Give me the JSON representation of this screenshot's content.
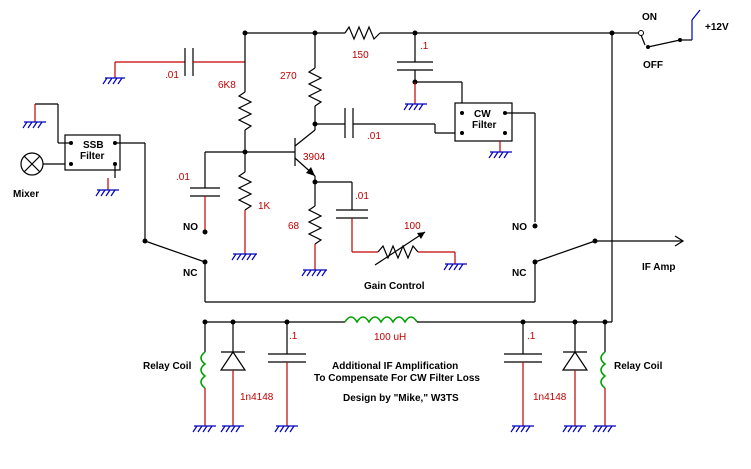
{
  "labels": {
    "on": "ON",
    "off": "OFF",
    "plus12v": "+12V",
    "r150": "150",
    "c_top": ".1",
    "c_in": ".01",
    "r270": "270",
    "r6k8": "6K8",
    "c_base": ".01",
    "cw_filter_l1": "CW",
    "cw_filter_l2": "Filter",
    "ssb_filter_l1": "SSB",
    "ssb_filter_l2": "Filter",
    "mixer": "Mixer",
    "transistor": "3904",
    "c_gnd": ".01",
    "r1k": "1K",
    "c_emit": ".01",
    "r68": "68",
    "r100": "100",
    "gain_control": "Gain Control",
    "no_left": "NO",
    "nc_left": "NC",
    "no_right": "NO",
    "nc_right": "NC",
    "if_amp": "IF Amp",
    "inductor": "100 uH",
    "c_left": ".1",
    "c_right": ".1",
    "diode_left": "1n4148",
    "diode_right": "1n4148",
    "relay_left": "Relay Coil",
    "relay_right": "Relay Coil",
    "note1": "Additional IF Amplification",
    "note2": "To Compensate For CW Filter Loss",
    "credit": "Design by \"Mike,\" W3TS"
  }
}
